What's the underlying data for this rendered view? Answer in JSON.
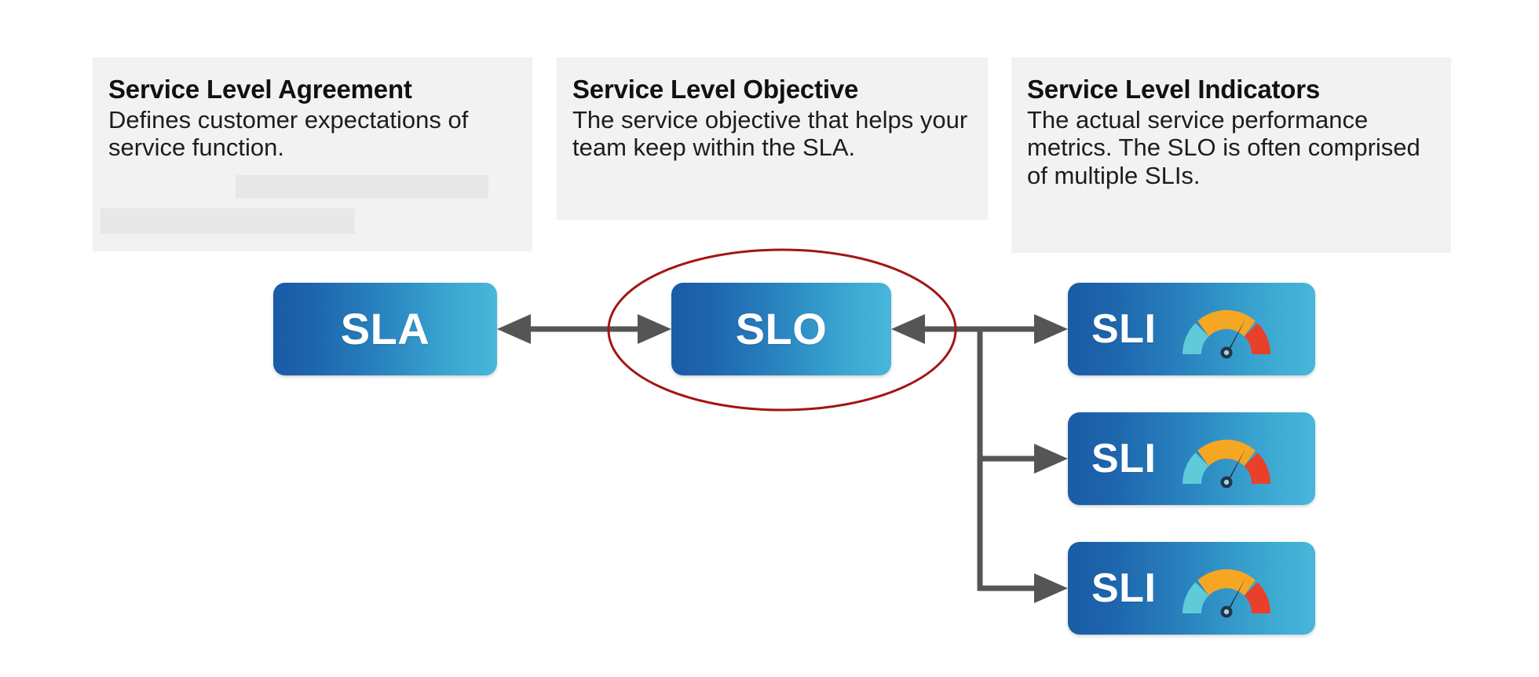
{
  "diagram": {
    "title_semantic": "sla-slo-sli-relationship-diagram",
    "colors": {
      "card_background": "#f2f2f2",
      "placeholder_bar": "#e8e8e8",
      "badge_gradient_start": "#1a5ba6",
      "badge_gradient_end": "#48b7da",
      "badge_text": "#ffffff",
      "highlight_ellipse": "#a31515",
      "connector": "#555555",
      "gauge_low": "#5fcbd8",
      "gauge_mid": "#f5a623",
      "gauge_high": "#e8402a",
      "gauge_needle": "#243447",
      "page_background": "#ffffff"
    }
  },
  "cards": [
    {
      "id": "sla",
      "title": "Service Level Agreement",
      "body": "Defines customer expectations of service function."
    },
    {
      "id": "slo",
      "title": "Service Level Objective",
      "body": "The service objective that helps your team keep within the SLA."
    },
    {
      "id": "sli",
      "title": "Service Level Indicators",
      "body": "The actual service performance metrics. The SLO is often comprised of multiple SLIs."
    }
  ],
  "badges": {
    "sla": {
      "label": "SLA"
    },
    "slo": {
      "label": "SLO",
      "highlighted": "true"
    },
    "sli": [
      {
        "label": "SLI",
        "icon": "gauge-icon"
      },
      {
        "label": "SLI",
        "icon": "gauge-icon"
      },
      {
        "label": "SLI",
        "icon": "gauge-icon"
      }
    ]
  },
  "connections": [
    {
      "from": "SLA",
      "to": "SLO",
      "type": "bidirectional"
    },
    {
      "from": "SLI",
      "to": "SLO",
      "type": "into-slo"
    },
    {
      "from": "branch",
      "to": "SLI 1",
      "type": "unidirectional"
    },
    {
      "from": "branch",
      "to": "SLI 2",
      "type": "unidirectional"
    },
    {
      "from": "branch",
      "to": "SLI 3",
      "type": "unidirectional"
    }
  ]
}
